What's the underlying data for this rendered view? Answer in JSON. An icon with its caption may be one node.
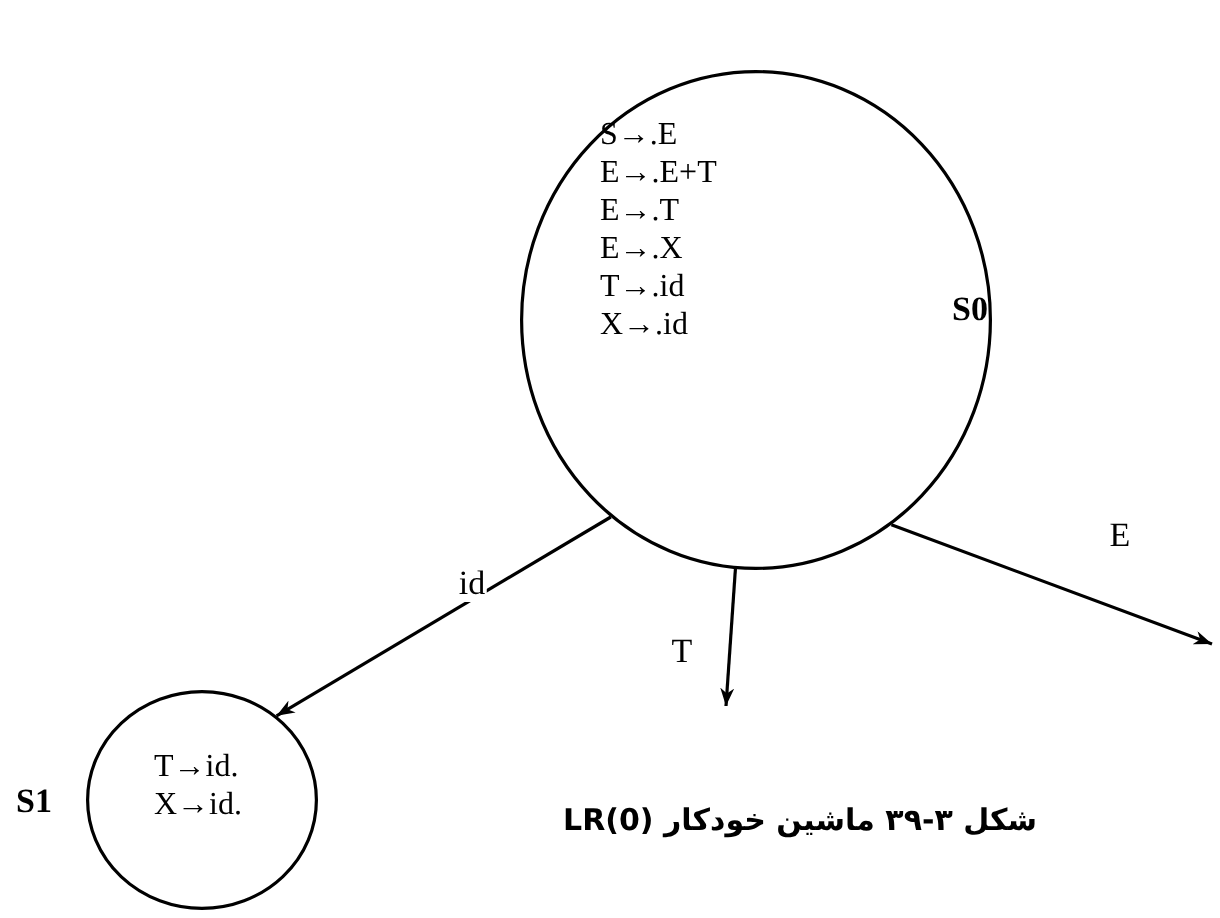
{
  "diagram": {
    "caption": "شکل ۳-۳۹ ماشین خودکار LR(0)",
    "nodes": [
      {
        "text": [
          "S→.E E→.E+T E→.T E→.X T→.id X→.id",
          "S0"
        ]
      },
      {
        "text": [
          "T→id. X→id."
        ],
        "beside": [
          "S1"
        ]
      }
    ],
    "edges": [
      {
        "from": 0,
        "to": 1,
        "arrow": "to",
        "label": "id"
      },
      {
        "from": 0,
        "to": null,
        "arrow": "to",
        "label": "T"
      },
      {
        "from": 0,
        "to": null,
        "arrow": "to",
        "label": "E"
      }
    ]
  }
}
